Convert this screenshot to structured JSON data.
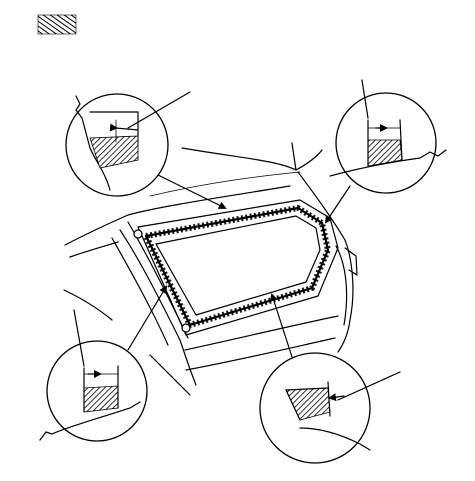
{
  "legend": {
    "swatch_icon": "diagonal-hatch-swatch-icon"
  },
  "detail_views": [
    {
      "id": "upper-left",
      "icon": "adhesive-bead-section-icon"
    },
    {
      "id": "upper-right",
      "icon": "adhesive-bead-section-icon"
    },
    {
      "id": "lower-left",
      "icon": "adhesive-bead-section-icon"
    },
    {
      "id": "lower-right",
      "icon": "adhesive-bead-section-icon"
    }
  ],
  "colors": {
    "ink": "#000000",
    "paper": "#ffffff"
  }
}
